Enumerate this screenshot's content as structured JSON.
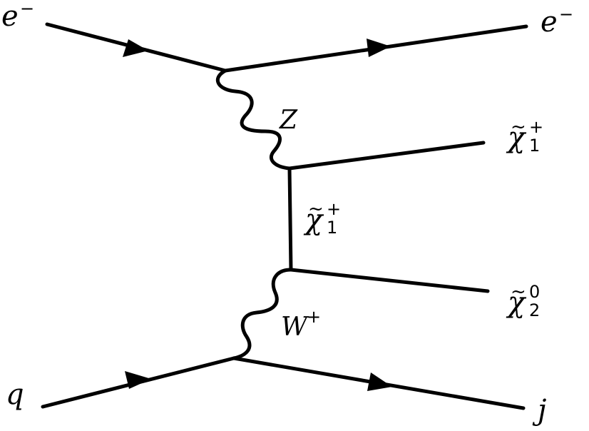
{
  "labels": {
    "e_in": {
      "base": "e",
      "sup": "−"
    },
    "e_out": {
      "base": "e",
      "sup": "−"
    },
    "z_boson": {
      "base": "Z"
    },
    "chi1_out": {
      "base": "χ",
      "tilde": "~",
      "sup": "+",
      "sub": "1"
    },
    "chi1_prop": {
      "base": "χ",
      "tilde": "~",
      "sup": "+",
      "sub": "1"
    },
    "chi2_out": {
      "base": "χ",
      "tilde": "~",
      "sup": "0",
      "sub": "2"
    },
    "w_boson": {
      "base": "W",
      "sup": "+"
    },
    "quark_in": {
      "base": "q"
    },
    "jet_out": {
      "base": "j"
    }
  }
}
